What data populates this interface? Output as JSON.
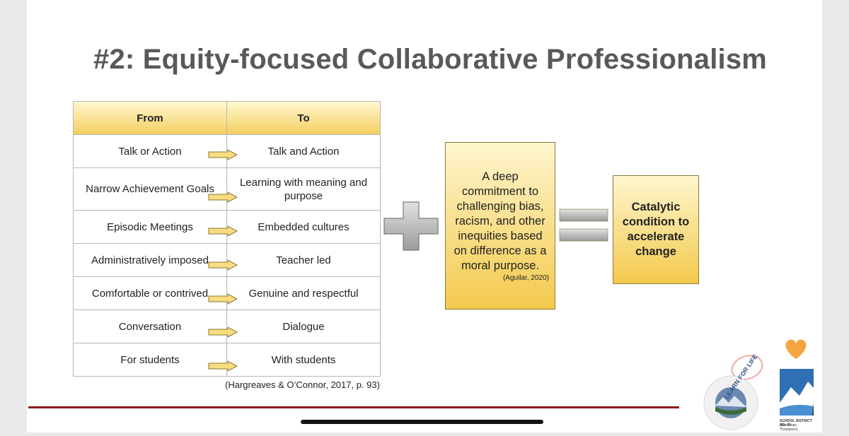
{
  "slide": {
    "title": "#2: Equity-focused Collaborative Professionalism",
    "table": {
      "headers": [
        "From",
        "To"
      ],
      "rows": [
        {
          "from": "Talk or Action",
          "to": "Talk and Action"
        },
        {
          "from": "Narrow Achievement Goals",
          "to": "Learning with meaning and purpose"
        },
        {
          "from": "Episodic Meetings",
          "to": "Embedded cultures"
        },
        {
          "from": "Administratively imposed",
          "to": "Teacher led"
        },
        {
          "from": "Comfortable or contrived",
          "to": "Genuine and respectful"
        },
        {
          "from": "Conversation",
          "to": "Dialogue"
        },
        {
          "from": "For students",
          "to": "With students"
        }
      ],
      "citation": "(Hargreaves & O’Connor, 2017, p. 93)"
    },
    "commitment_box": {
      "text": "A deep commitment to challenging bias, racism, and other inequities based on difference as a moral purpose.",
      "citation": "(Aguilar, 2020)"
    },
    "result_box": {
      "text": "Catalytic condition to accelerate change"
    },
    "operators": [
      "plus-icon",
      "equals-icon"
    ],
    "logos": {
      "left_logo_text": "LEARN FOR LIFE",
      "district_name": "SCHOOL DISTRICT NO. 73",
      "district_sub": "(Kamloops - Thompson)",
      "heart_color": "#f4a540"
    },
    "colors": {
      "title": "#595959",
      "gold_light": "#fff6cf",
      "gold_dark": "#f3c94c",
      "rule": "#8b1a1a"
    }
  }
}
